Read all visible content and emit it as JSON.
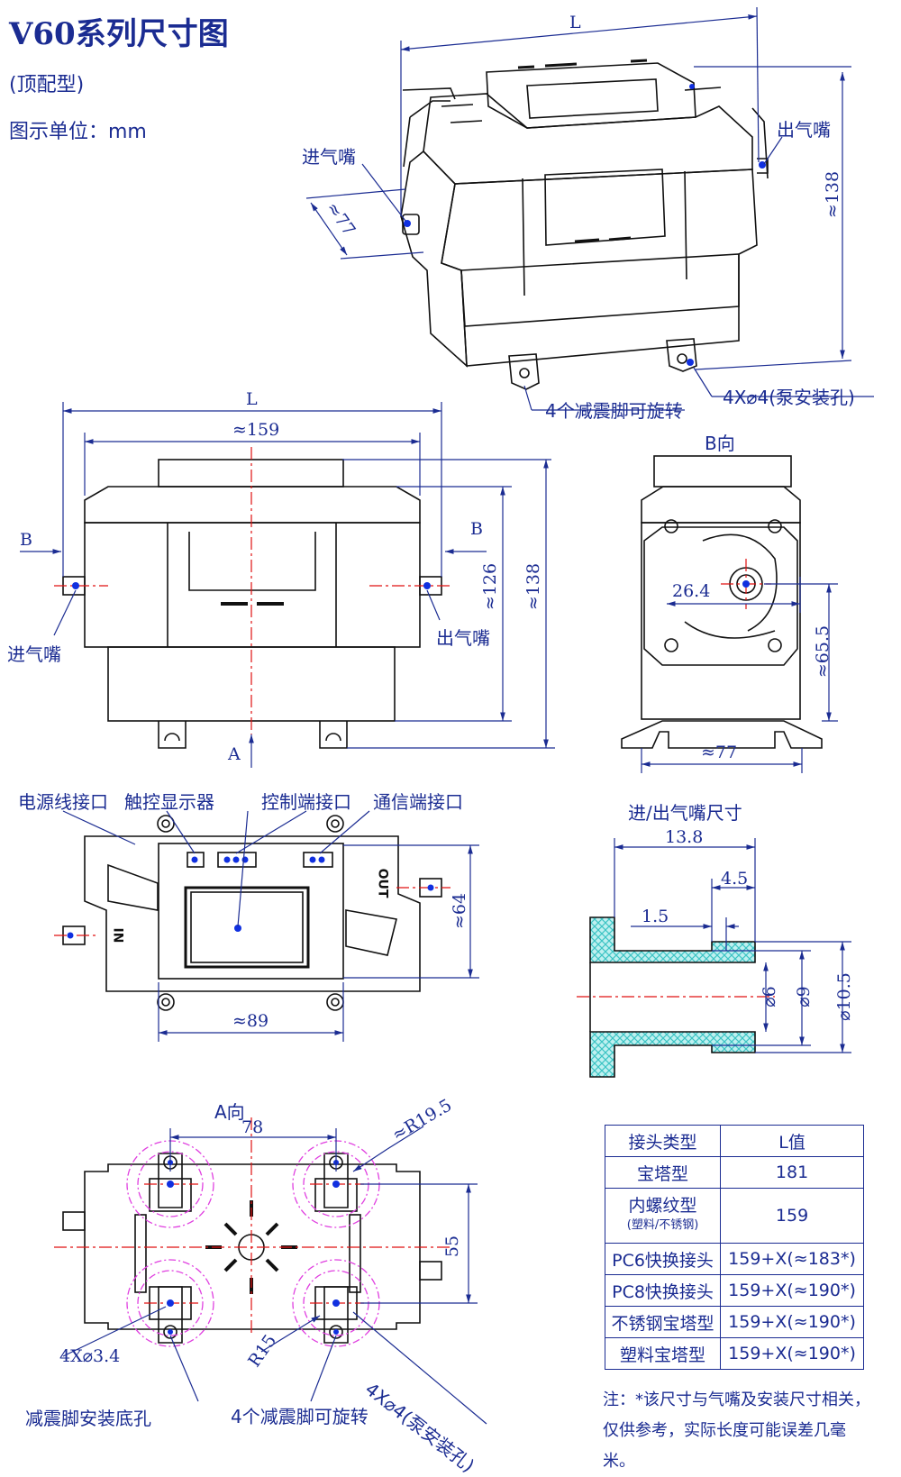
{
  "header": {
    "title": "V60系列尺寸图",
    "subtitle": "(顶配型)",
    "unit": "图示单位：mm"
  },
  "iso_view": {
    "label_L": "L",
    "inlet": "进气嘴",
    "outlet": "出气嘴",
    "depth_dim": "≈77",
    "height_dim": "≈138",
    "feet_label": "4个减震脚可旋转",
    "pump_holes": "4X⌀4(泵安装孔)"
  },
  "front_view": {
    "label_L": "L",
    "width_dim": "≈159",
    "arrow_b_left": "B",
    "arrow_b_right": "B",
    "arrow_a": "A",
    "inlet": "进气嘴",
    "outlet": "出气嘴",
    "height_126": "≈126",
    "height_138": "≈138"
  },
  "side_view": {
    "title": "B向",
    "dim_26_4": "26.4",
    "dim_65_5": "≈65.5",
    "dim_77": "≈77"
  },
  "top_view": {
    "power_port": "电源线接口",
    "touch_display": "触控显示器",
    "control_port": "控制端接口",
    "comm_port": "通信端接口",
    "dim_64": "≈64",
    "dim_89": "≈89",
    "in_mark": "IN",
    "out_mark": "OUT"
  },
  "nozzle_view": {
    "title": "进/出气嘴尺寸",
    "dim_13_8": "13.8",
    "dim_4_5": "4.5",
    "dim_1_5": "1.5",
    "dim_d6": "⌀6",
    "dim_d9": "⌀9",
    "dim_d10_5": "⌀10.5"
  },
  "bottom_view": {
    "title": "A向",
    "dim_78": "78",
    "dim_r19_5": "≈R19.5",
    "dim_55": "55",
    "dim_r15": "R15",
    "holes_34": "4X⌀3.4",
    "feet_holes": "减震脚安装底孔",
    "feet_rotate": "4个减震脚可旋转",
    "pump_holes": "4X⌀4(泵安装孔)"
  },
  "spec_table": {
    "headers": [
      "接头类型",
      "L值"
    ],
    "rows": [
      {
        "type": "宝塔型",
        "value": "181"
      },
      {
        "type": "内螺纹型",
        "note": "(塑料/不锈钢)",
        "value": "159"
      },
      {
        "type": "PC6快换接头",
        "value": "159+X(≈183*)"
      },
      {
        "type": "PC8快换接头",
        "value": "159+X(≈190*)"
      },
      {
        "type": "不锈钢宝塔型",
        "value": "159+X(≈190*)"
      },
      {
        "type": "塑料宝塔型",
        "value": "159+X(≈190*)"
      }
    ]
  },
  "footnote": "注：*该尺寸与气嘴及安装尺寸相关，仅供参考，实际长度可能误差几毫米。",
  "colors": {
    "ink": "#1b2c92",
    "outline": "#111111",
    "centerline": "#e01010",
    "point": "#1030e0",
    "magenta": "#e040e0",
    "hatch": "#48d0d0"
  }
}
